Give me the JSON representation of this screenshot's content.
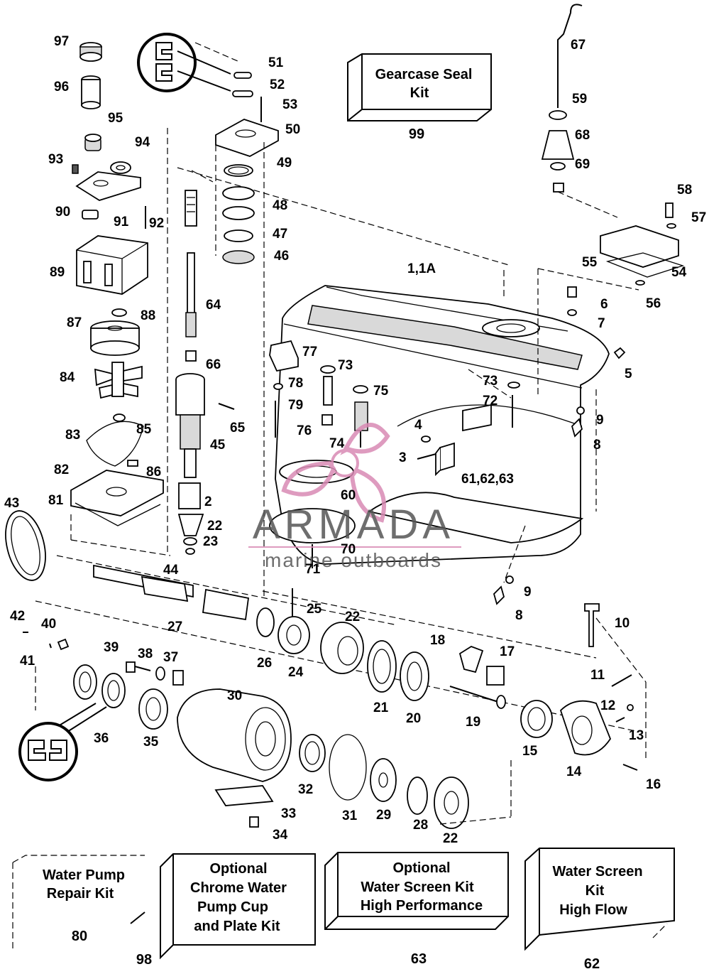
{
  "kits": {
    "gearcase_seal": {
      "line1": "Gearcase Seal",
      "line2": "Kit",
      "number": "99"
    },
    "water_pump_repair": {
      "line1": "Water Pump",
      "line2": "Repair Kit",
      "number": "80"
    },
    "chrome_cup": {
      "line1": "Optional",
      "line2": "Chrome Water",
      "line3": "Pump Cup",
      "line4": "and Plate Kit",
      "number": "98"
    },
    "screen_hp": {
      "line1": "Optional",
      "line2": "Water Screen Kit",
      "line3": "High Performance",
      "number": "63"
    },
    "screen_hf": {
      "line1": "Water Screen",
      "line2": "Kit",
      "line3": "High Flow",
      "number": "62"
    }
  },
  "watermark": {
    "brand": "ARMADA",
    "tagline": "marine outboards",
    "brand_color": "#d98ab4",
    "text_color": "#555555"
  },
  "callouts": [
    "97",
    "96",
    "95",
    "94",
    "93",
    "90",
    "91",
    "92",
    "89",
    "88",
    "87",
    "84",
    "85",
    "83",
    "86",
    "82",
    "81",
    "43",
    "51",
    "52",
    "53",
    "50",
    "49",
    "48",
    "47",
    "46",
    "64",
    "66",
    "65",
    "45",
    "2",
    "22",
    "23",
    "44",
    "27",
    "25",
    "22",
    "26",
    "24",
    "42",
    "40",
    "41",
    "39",
    "38",
    "37",
    "36",
    "35",
    "30",
    "32",
    "31",
    "29",
    "28",
    "22",
    "33",
    "34",
    "67",
    "59",
    "68",
    "69",
    "58",
    "57",
    "55",
    "54",
    "56",
    "1,1A",
    "6",
    "7",
    "5",
    "77",
    "73",
    "78",
    "75",
    "79",
    "76",
    "74",
    "73",
    "72",
    "9",
    "8",
    "4",
    "3",
    "61,62,63",
    "60",
    "70",
    "71",
    "9",
    "8",
    "10",
    "18",
    "17",
    "21",
    "20",
    "19",
    "11",
    "12",
    "13",
    "15",
    "14",
    "16"
  ]
}
